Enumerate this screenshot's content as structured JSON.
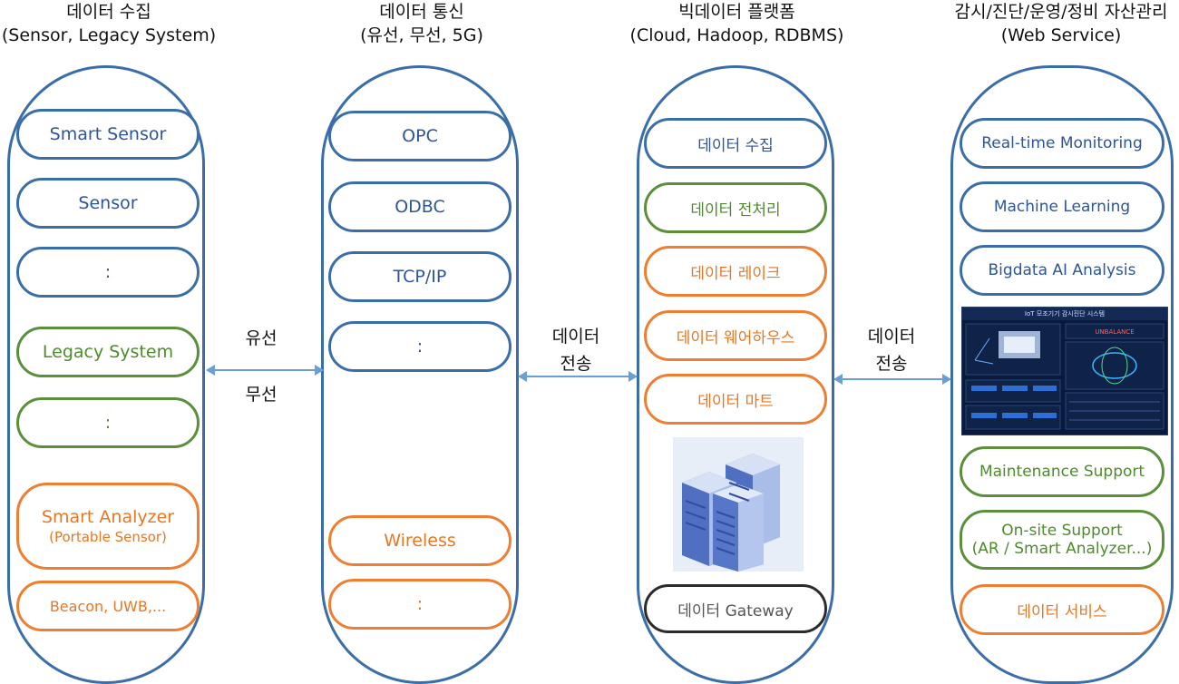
{
  "columns": [
    {
      "title1": "데이터 수집",
      "title2": "(Sensor, Legacy System)"
    },
    {
      "title1": "데이터 통신",
      "title2": "(유선, 무선, 5G)"
    },
    {
      "title1": "빅데이터 플랫폼",
      "title2": "(Cloud, Hadoop, RDBMS)"
    },
    {
      "title1": "감시/진단/운영/정비 자산관리",
      "title2": "(Web Service)"
    }
  ],
  "col1": [
    "Smart Sensor",
    "Sensor",
    ":",
    "Legacy System",
    ":",
    "Smart Analyzer",
    "(Portable Sensor)",
    "Beacon, UWB,..."
  ],
  "col2": [
    "OPC",
    "ODBC",
    "TCP/IP",
    ":",
    "Wireless",
    ":"
  ],
  "col3": [
    "데이터 수집",
    "데이터 전처리",
    "데이터 레이크",
    "데이터 웨어하우스",
    "데이터 마트",
    "데이터 Gateway"
  ],
  "col4": [
    "Real-time Monitoring",
    "Machine Learning",
    "Bigdata AI Analysis",
    "Maintenance Support",
    "On-site Support",
    "(AR / Smart Analyzer...)",
    "데이터 서비스"
  ],
  "links": {
    "wired": "유선",
    "wireless": "무선",
    "transfer1a": "데이터",
    "transfer1b": "전송",
    "transfer2a": "데이터",
    "transfer2b": "전송"
  },
  "dashboard": {
    "title": "IoT 모조기기 감시진단 시스템",
    "alert": "UNBALANCE"
  },
  "colors": {
    "blue": "#3b6ea8",
    "green": "#5c8f3b",
    "orange": "#ee7e32",
    "black": "#2b2b2b",
    "arrow": "#6a9fd6"
  }
}
